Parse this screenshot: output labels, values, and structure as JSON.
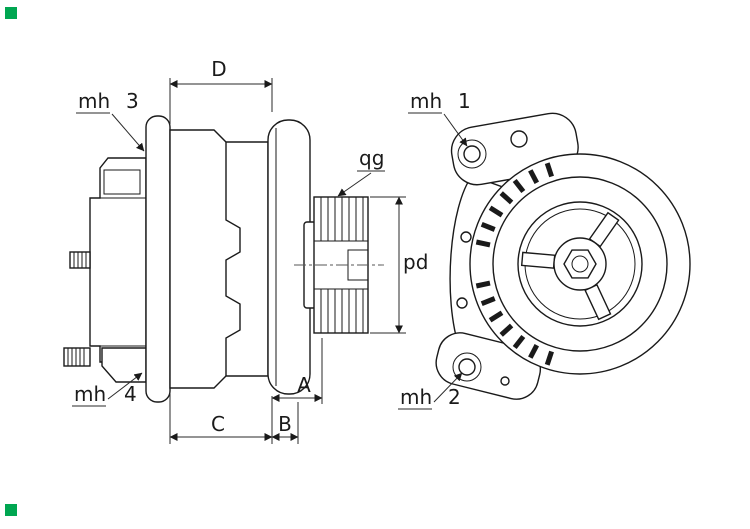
{
  "canvas": {
    "background": "#ffffff",
    "line_color": "#1a1a1a",
    "marker_color": "#00a651"
  },
  "drawing": {
    "type": "technical-drawing",
    "dimensions": {
      "d": "D",
      "a": "A",
      "b": "B",
      "c": "C",
      "pd": "pd",
      "qg": "qg"
    },
    "callouts": [
      {
        "prefix": "mh",
        "number": "1"
      },
      {
        "prefix": "mh",
        "number": "2"
      },
      {
        "prefix": "mh",
        "number": "3"
      },
      {
        "prefix": "mh",
        "number": "4"
      }
    ]
  }
}
